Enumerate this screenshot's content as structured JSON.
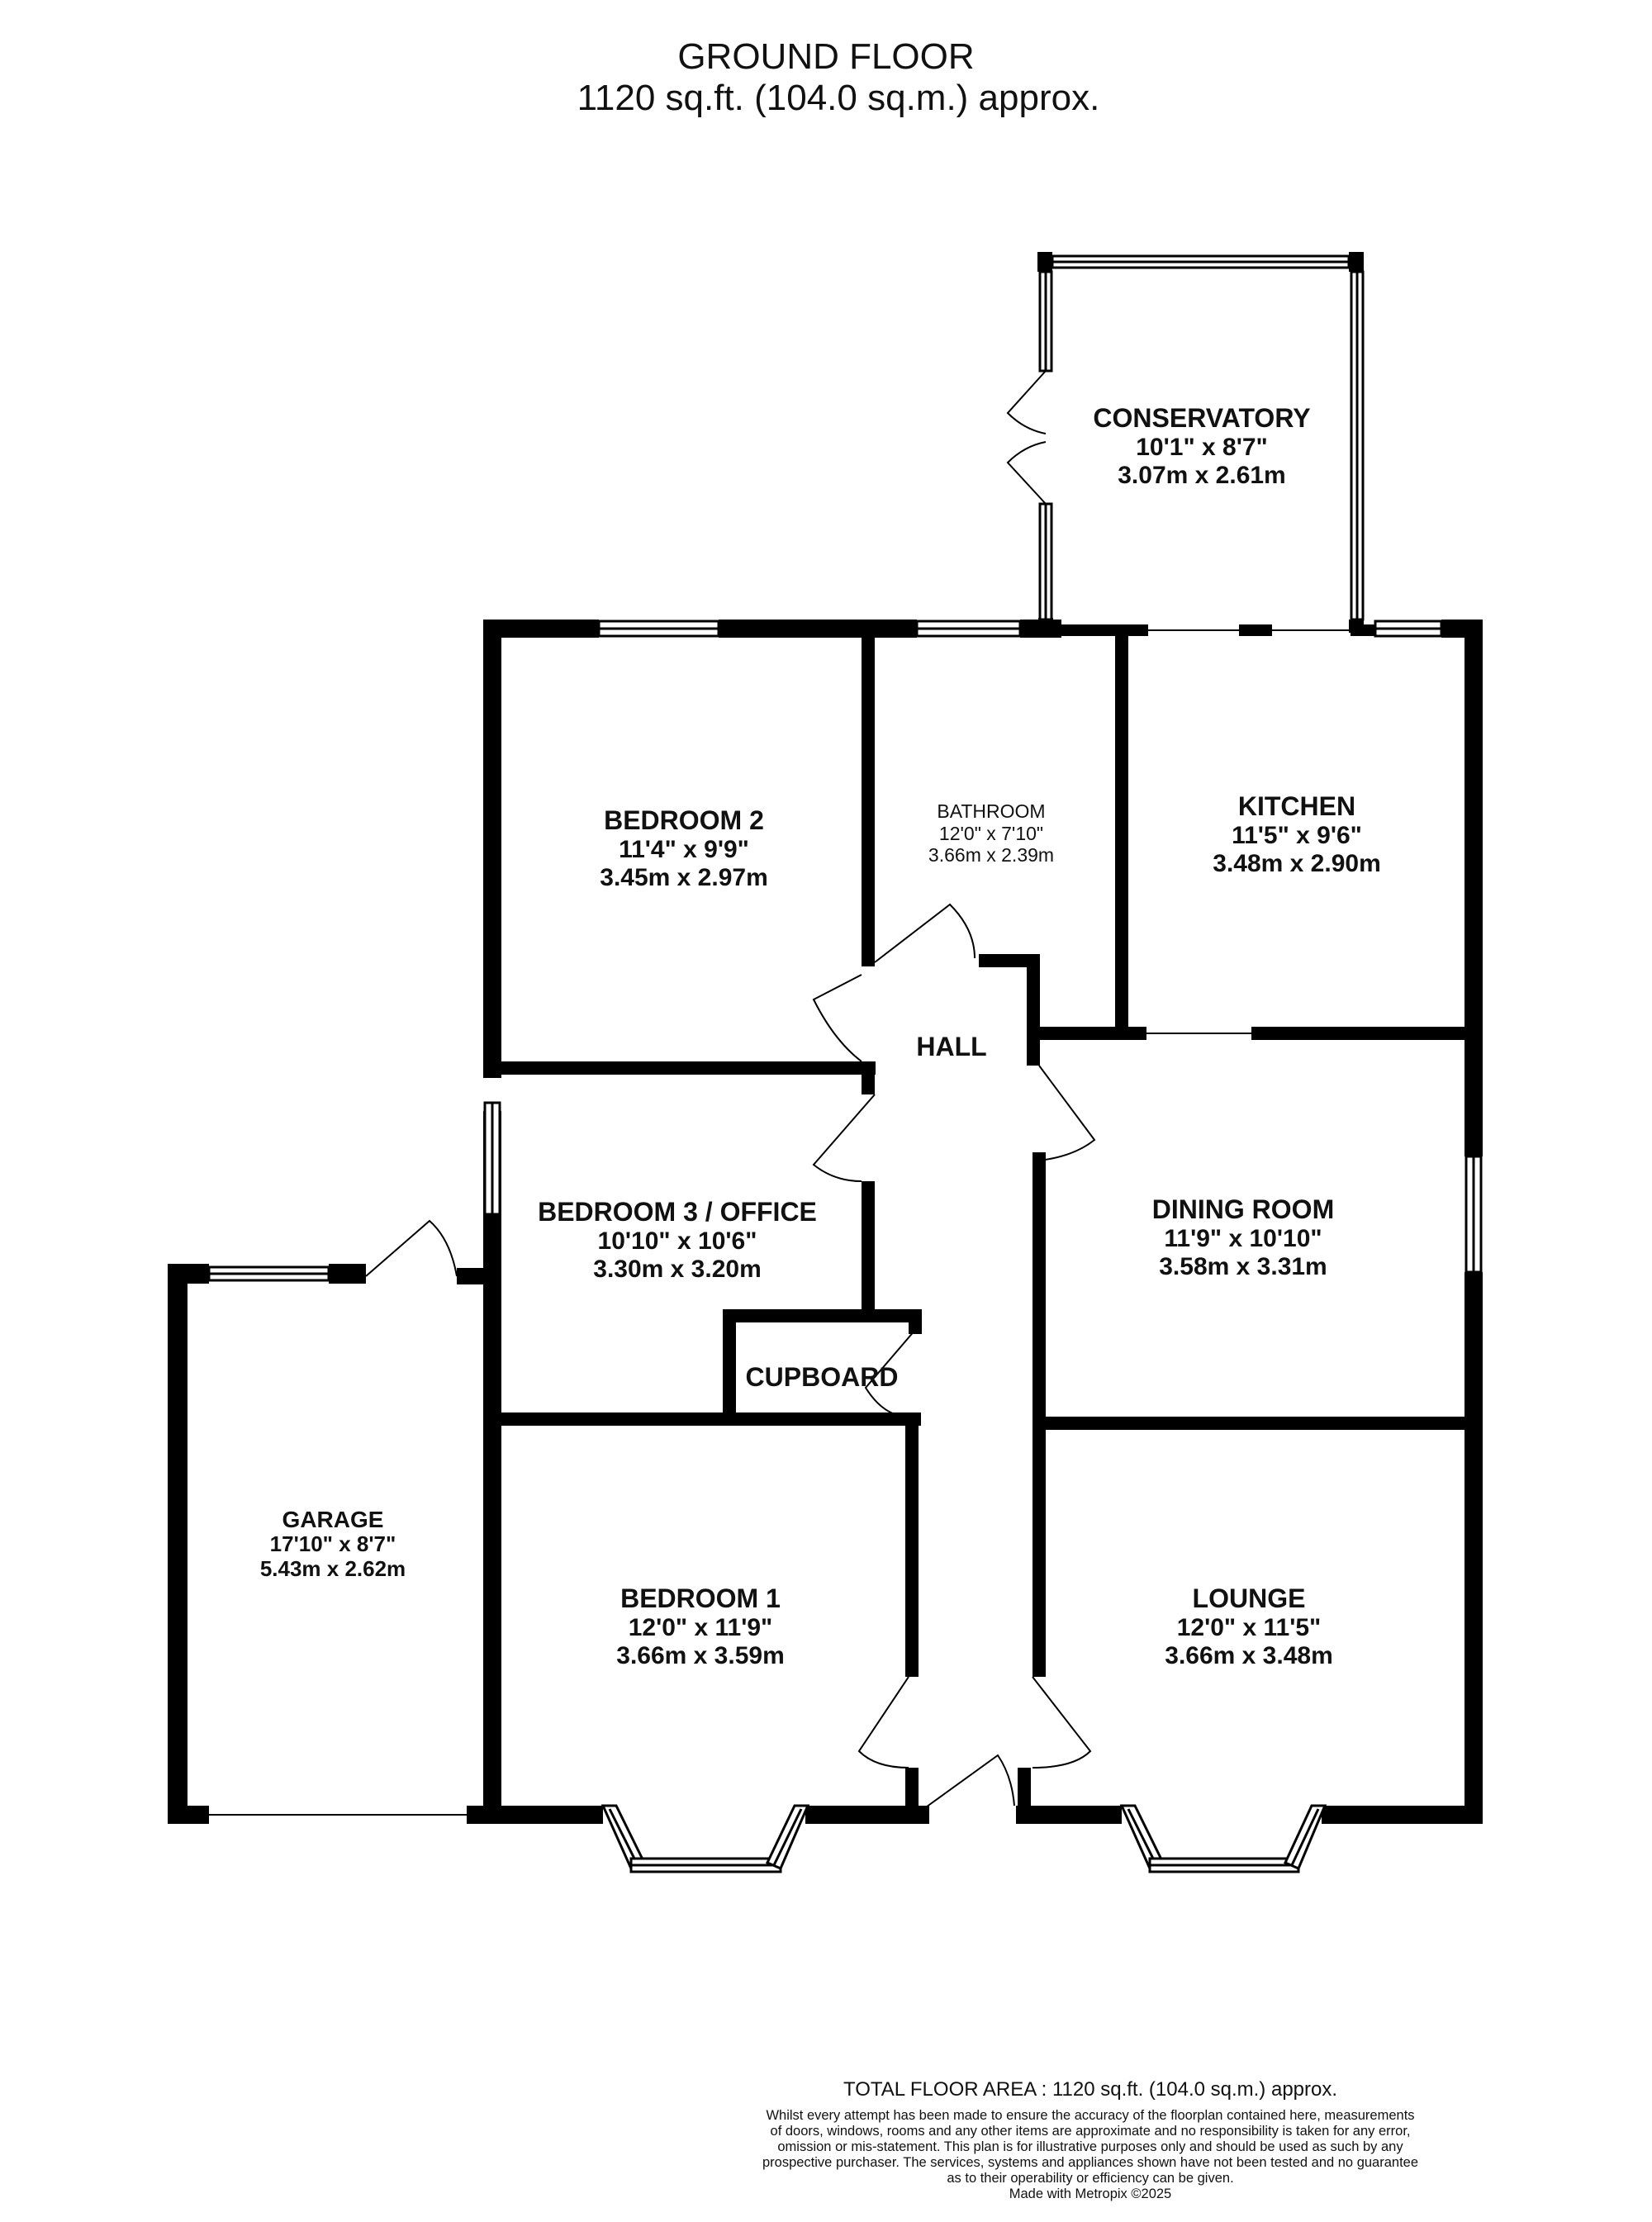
{
  "header": {
    "title": "GROUND FLOOR",
    "area": "1120 sq.ft. (104.0 sq.m.) approx."
  },
  "rooms": [
    {
      "id": "conservatory",
      "name": "CONSERVATORY",
      "imperial": "10'1\"  x 8'7\"",
      "metric": "3.07m  x 2.61m"
    },
    {
      "id": "bedroom-2",
      "name": "BEDROOM 2",
      "imperial": "11'4\"  x 9'9\"",
      "metric": "3.45m  x 2.97m"
    },
    {
      "id": "bathroom",
      "name": "BATHROOM",
      "imperial": "12'0\"  x 7'10\"",
      "metric": "3.66m  x 2.39m"
    },
    {
      "id": "kitchen",
      "name": "KITCHEN",
      "imperial": "11'5\"  x 9'6\"",
      "metric": "3.48m  x 2.90m"
    },
    {
      "id": "hall",
      "name": "HALL"
    },
    {
      "id": "bedroom-3",
      "name": "BEDROOM 3 / OFFICE",
      "imperial": "10'10\"  x 10'6\"",
      "metric": "3.30m  x 3.20m"
    },
    {
      "id": "dining-room",
      "name": "DINING ROOM",
      "imperial": "11'9\"  x 10'10\"",
      "metric": "3.58m  x 3.31m"
    },
    {
      "id": "cupboard",
      "name": "CUPBOARD"
    },
    {
      "id": "garage",
      "name": "GARAGE",
      "imperial": "17'10\"  x 8'7\"",
      "metric": "5.43m  x 2.62m"
    },
    {
      "id": "bedroom-1",
      "name": "BEDROOM 1",
      "imperial": "12'0\"  x 11'9\"",
      "metric": "3.66m  x 3.59m"
    },
    {
      "id": "lounge",
      "name": "LOUNGE",
      "imperial": "12'0\"  x 11'5\"",
      "metric": "3.66m  x 3.48m"
    }
  ],
  "footer": {
    "total": "TOTAL FLOOR AREA : 1120 sq.ft. (104.0 sq.m.) approx.",
    "disclaimer": [
      "Whilst every attempt has been made to ensure the accuracy of the floorplan contained here, measurements",
      "of doors, windows, rooms and any other items are approximate and no responsibility is taken for any error,",
      "omission or mis-statement. This plan is for illustrative purposes only and should be used as such by any",
      "prospective purchaser. The services, systems and appliances shown have not been tested and no guarantee",
      "as to their operability or efficiency can be given."
    ],
    "made_with": "Made with Metropix ©2025"
  }
}
